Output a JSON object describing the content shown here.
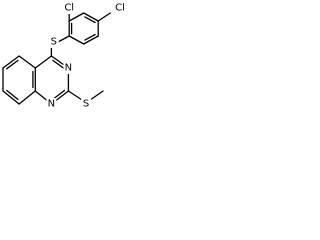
{
  "structure": {
    "atoms": {
      "cl_top_left": "Cl",
      "cl_top_right": "Cl",
      "s_thioether": "S",
      "n_upper": "N",
      "n_lower": "N",
      "s_methylthio": "S"
    }
  },
  "colors": {
    "bond": "#000000",
    "background": "#ffffff",
    "label": "#000000"
  }
}
